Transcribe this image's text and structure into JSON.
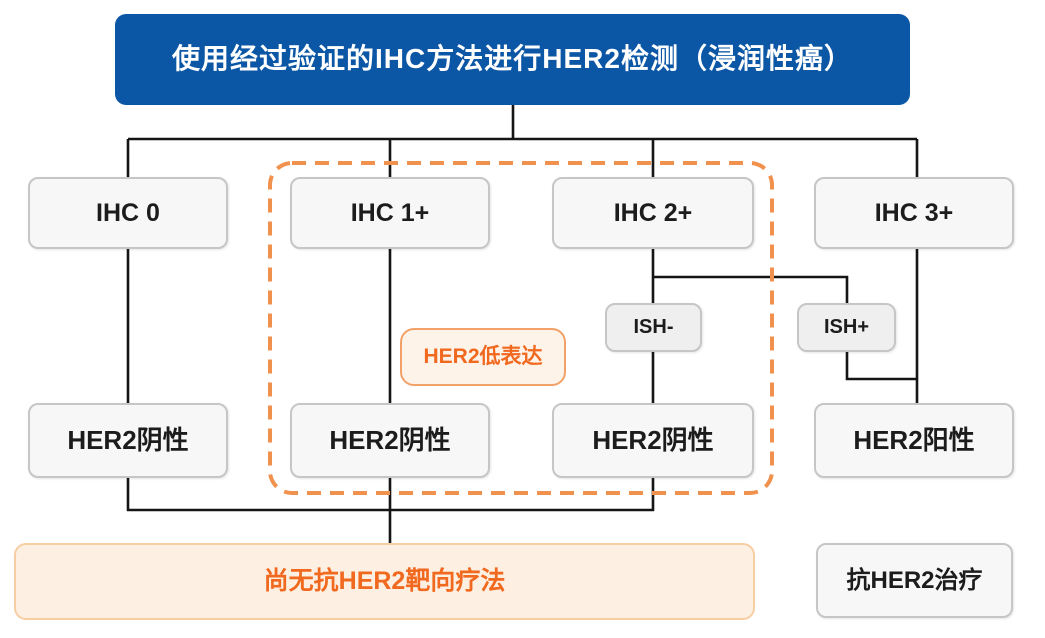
{
  "diagram": {
    "title": "使用经过验证的IHC方法进行HER2检测（浸润性癌）",
    "nodes": {
      "ihc0": "IHC 0",
      "ihc1": "IHC 1+",
      "ihc2": "IHC 2+",
      "ihc3": "IHC 3+",
      "ish_negative": "ISH-",
      "ish_positive": "ISH+",
      "her2_low": "HER2低表达",
      "her2_negative_1": "HER2阴性",
      "her2_negative_2": "HER2阴性",
      "her2_negative_3": "HER2阴性",
      "her2_positive": "HER2阳性",
      "no_targeted_therapy": "尚无抗HER2靶向疗法",
      "anti_her2_therapy": "抗HER2治疗"
    },
    "colors": {
      "header_bg": "#0C57A5",
      "header_text": "#FFFFFF",
      "node_bg": "#F7F7F7",
      "node_border": "#C6C6C6",
      "ish_bg": "#EFEFEF",
      "line": "#151515",
      "orange_accent": "#F0914D",
      "orange_text": "#F1681F",
      "low_box_bg": "#FEF3E8",
      "low_box_border": "#F2A269",
      "bottom_box_bg": "#FDF0E2",
      "bottom_box_border": "#F7CDA2"
    }
  }
}
